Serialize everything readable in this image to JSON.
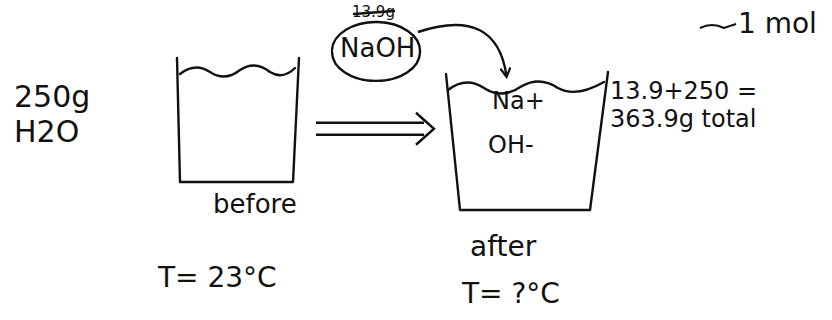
{
  "diagram": {
    "nodes": [
      {
        "text": [
          "13.9g",
          "NaOH"
        ]
      },
      {
        "text": [
          "before"
        ]
      },
      {
        "text": [
          "Na+",
          "OH-",
          "after"
        ]
      }
    ],
    "edges": [
      {
        "from": 0,
        "to": 2,
        "arrow": "to"
      },
      {
        "from": 1,
        "to": 2,
        "arrow": "to"
      }
    ],
    "labels": [
      "1 mol",
      "250g H2O",
      "T= 23°C",
      "13.9+250 = 363.9g total",
      "T= ?°C"
    ]
  }
}
